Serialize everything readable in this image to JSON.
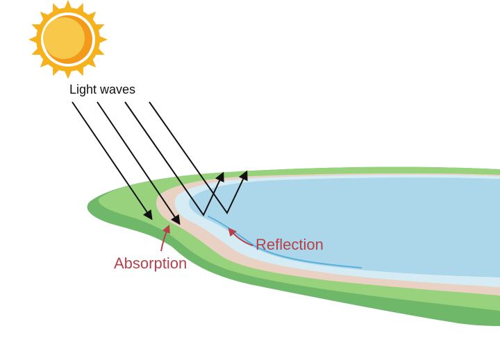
{
  "labels": {
    "light_waves": "Light waves",
    "absorption": "Absorption",
    "reflection": "Reflection"
  },
  "colors": {
    "sun_outer": "#f6b21c",
    "sun_inner": "#f39a1b",
    "sun_core": "#f8c84a",
    "grass_dark": "#6fb86a",
    "grass_light": "#99d27c",
    "sand": "#e9d2c4",
    "shallow_water": "#d6ecf5",
    "water": "#acd7ea",
    "water_edge": "#5ab0d9",
    "label_red": "#b5404a",
    "ray": "#111111"
  },
  "icons": [
    "sun-icon"
  ]
}
